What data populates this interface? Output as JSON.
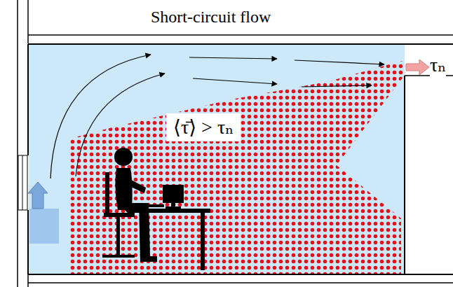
{
  "diagram": {
    "nodes": [
      {
        "text": [
          "⟨τ̄⟩ > τₙ"
        ]
      }
    ],
    "labels": [
      "Short-circuit flow",
      "τₙ"
    ]
  }
}
